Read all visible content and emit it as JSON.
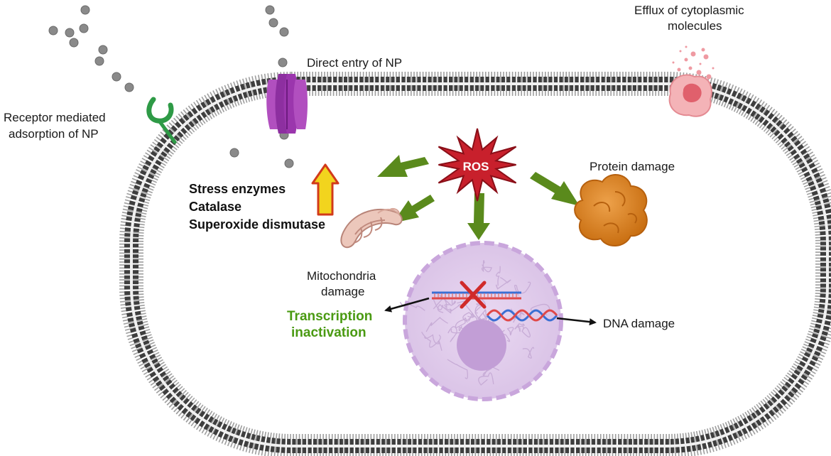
{
  "labels": {
    "receptor_line1": "Receptor mediated",
    "receptor_line2": "adsorption of NP",
    "direct_entry": "Direct entry of NP",
    "efflux_line1": "Efflux of cytoplasmic",
    "efflux_line2": "molecules",
    "ros": "ROS",
    "protein_damage": "Protein damage",
    "stress_line1": "Stress enzymes",
    "stress_line2": "Catalase",
    "stress_line3": "Superoxide dismutase",
    "mito_line1": "Mitochondria",
    "mito_line2": "damage",
    "transcription_line1": "Transcription",
    "transcription_line2": "inactivation",
    "dna_damage": "DNA damage"
  },
  "colors": {
    "green_arrow": "#5a8a1c",
    "green_text": "#4a9a12",
    "ros": "#c8202c",
    "channel": "#a23fb0",
    "protein": "#d9801c",
    "nucleus": "#e4d2ee",
    "efflux": "#ef9aa2",
    "receptor": "#2e9a46",
    "up_arrow_fill": "#f2d41e",
    "up_arrow_stroke": "#d23a1a",
    "nanoparticle": "#8a8a8a"
  },
  "icons": {
    "receptor": "receptor-icon",
    "channel": "membrane-channel-icon",
    "efflux": "efflux-vesicle-icon",
    "ros": "ros-burst-icon",
    "protein": "protein-aggregate-icon",
    "mitochondrion": "mitochondrion-icon",
    "nucleus": "nucleus-icon",
    "dna": "dna-helix-icon",
    "up_arrow": "up-arrow-icon"
  }
}
